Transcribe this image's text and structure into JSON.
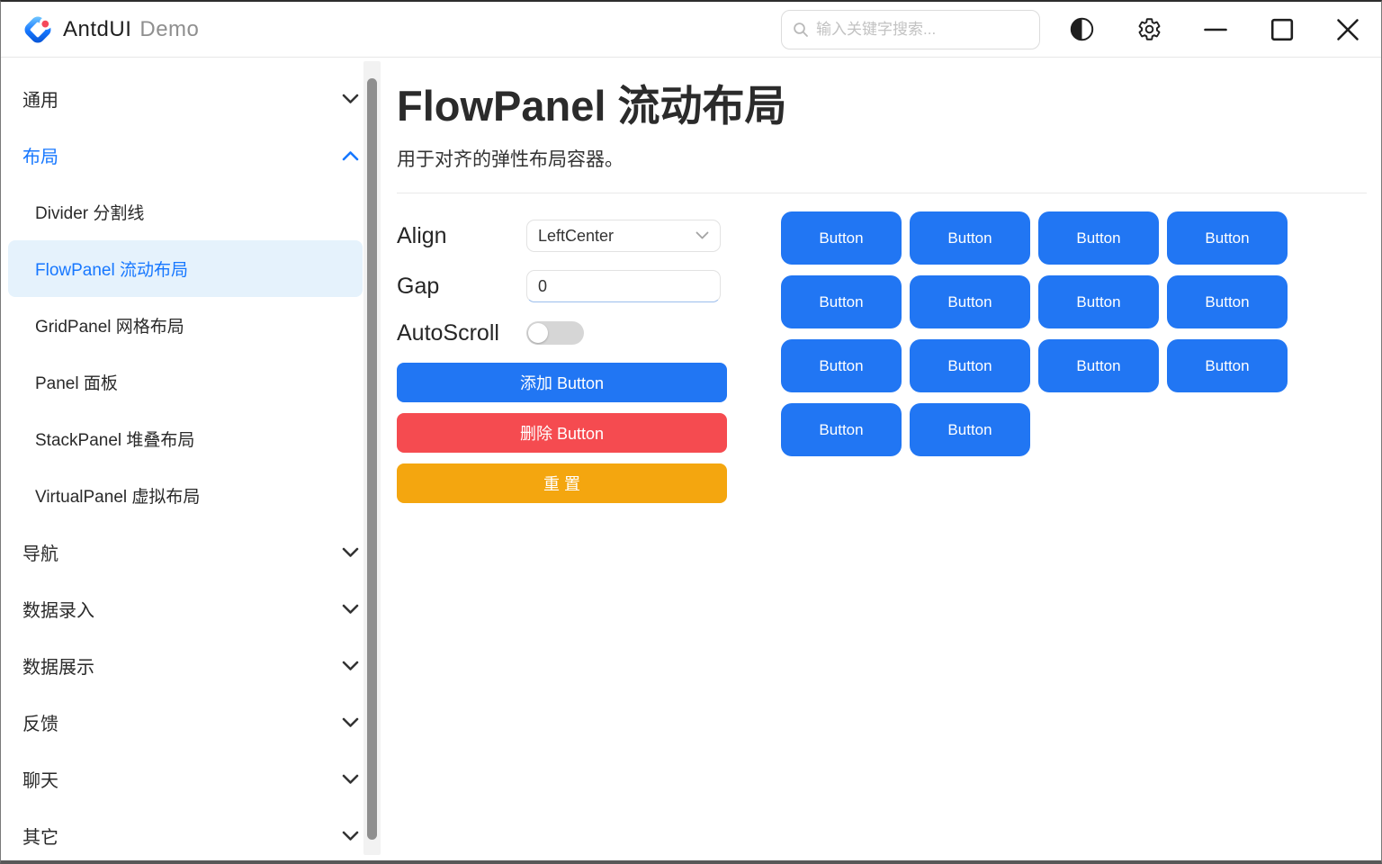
{
  "header": {
    "title_primary": "AntdUI",
    "title_secondary": "Demo",
    "search": {
      "placeholder": "输入关键字搜索...",
      "value": ""
    }
  },
  "sidebar": {
    "items": [
      {
        "label": "通用",
        "type": "group",
        "chevron": "down"
      },
      {
        "label": "布局",
        "type": "group",
        "chevron": "up",
        "active": true
      },
      {
        "label": "Divider 分割线",
        "type": "sub"
      },
      {
        "label": "FlowPanel 流动布局",
        "type": "sub",
        "selected": true
      },
      {
        "label": "GridPanel 网格布局",
        "type": "sub"
      },
      {
        "label": "Panel 面板",
        "type": "sub"
      },
      {
        "label": "StackPanel 堆叠布局",
        "type": "sub"
      },
      {
        "label": "VirtualPanel 虚拟布局",
        "type": "sub"
      },
      {
        "label": "导航",
        "type": "group",
        "chevron": "down"
      },
      {
        "label": "数据录入",
        "type": "group",
        "chevron": "down"
      },
      {
        "label": "数据展示",
        "type": "group",
        "chevron": "down"
      },
      {
        "label": "反馈",
        "type": "group",
        "chevron": "down"
      },
      {
        "label": "聊天",
        "type": "group",
        "chevron": "down"
      },
      {
        "label": "其它",
        "type": "group",
        "chevron": "down"
      }
    ]
  },
  "main": {
    "title": "FlowPanel 流动布局",
    "subtitle": "用于对齐的弹性布局容器。",
    "controls": {
      "align_label": "Align",
      "align_value": "LeftCenter",
      "gap_label": "Gap",
      "gap_value": "0",
      "autoscroll_label": "AutoScroll",
      "autoscroll_on": false,
      "add_button": "添加 Button",
      "delete_button": "删除 Button",
      "reset_button": "重 置"
    },
    "flow_panel": {
      "button_label": "Button",
      "button_count": 14
    }
  },
  "colors": {
    "primary": "#2176F3",
    "danger": "#F54B50",
    "warning": "#F4A60F",
    "active_text": "#1677FF",
    "selected_bg": "#E5F2FC"
  }
}
